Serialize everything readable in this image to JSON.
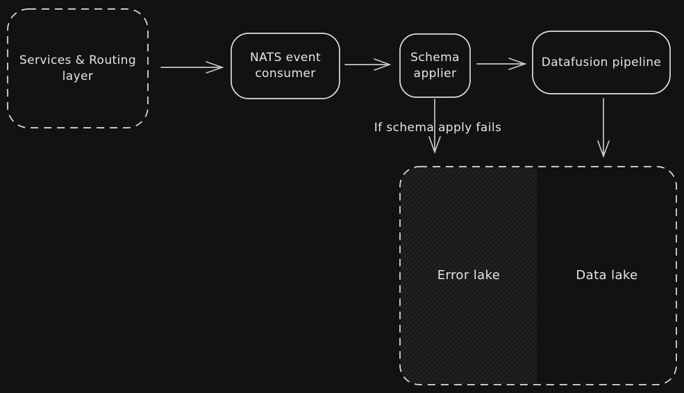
{
  "canvas": {
    "background_color": "#121212",
    "stroke_color": "#e0e0e0",
    "arrow_color": "#c9c9c9",
    "text_color": "#e6e6e6",
    "hatch_fill_color": "#191919"
  },
  "nodes": {
    "services": {
      "label": "Services & Routing\nlayer",
      "shape": "dashed-rounded-rect"
    },
    "nats": {
      "label": "NATS event\nconsumer",
      "shape": "rounded-rect"
    },
    "schema": {
      "label": "Schema\napplier",
      "shape": "rounded-rect"
    },
    "datafusion": {
      "label": "Datafusion pipeline",
      "shape": "rounded-rect"
    },
    "lake_container": {
      "shape": "dashed-rounded-rect"
    },
    "error_lake": {
      "label": "Error lake",
      "fill": "hatched"
    },
    "data_lake": {
      "label": "Data lake"
    }
  },
  "annotations": {
    "failure_note": "If schema apply fails"
  },
  "edges": [
    {
      "from": "services",
      "to": "nats"
    },
    {
      "from": "nats",
      "to": "schema"
    },
    {
      "from": "schema",
      "to": "datafusion"
    },
    {
      "from": "schema",
      "to": "error_lake",
      "note": "If schema apply fails"
    },
    {
      "from": "datafusion",
      "to": "data_lake"
    }
  ]
}
